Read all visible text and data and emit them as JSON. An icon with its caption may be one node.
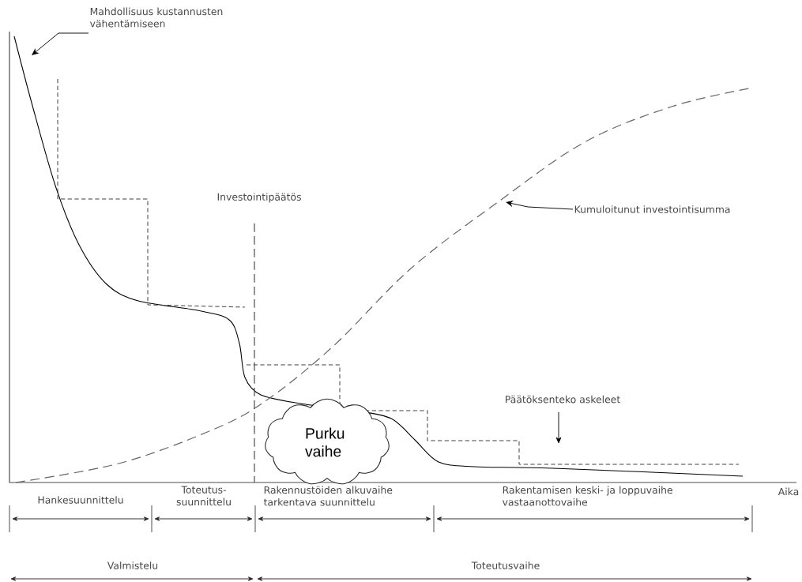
{
  "diagram": {
    "nodes": [
      {
        "text": [
          "Mahdollisuus kustannusten vähentämiseen"
        ]
      },
      {
        "text": [
          "Kumuloitunut investointisumma"
        ]
      },
      {
        "text": [
          "Päätöksenteko askeleet"
        ]
      },
      {
        "text": [
          "Purku vaihe"
        ]
      }
    ],
    "edges": [
      {
        "from": 0,
        "to": null,
        "arrow": "to"
      },
      {
        "from": 1,
        "to": null,
        "arrow": "to"
      },
      {
        "from": 2,
        "to": null,
        "arrow": "to"
      }
    ],
    "labels": [
      "Investointipäätös",
      "Toteutus- suunnittelu",
      "Rakennustöiden alkuvaihe tarkentava suunnittelu",
      "Rakentamisen keski- ja loppuvaihe vastaanottovaihe",
      "Aika",
      "Hankesuunnittelu",
      "Valmistelu",
      "Toteutusvaihe"
    ]
  }
}
